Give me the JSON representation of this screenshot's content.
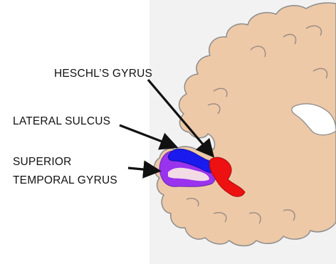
{
  "labels": {
    "heschl": "HESCHL’S GYRUS",
    "lateral_sulcus": "LATERAL SULCUS",
    "superior_line1": "SUPERIOR",
    "superior_line2": "TEMPORAL GYRUS"
  },
  "colors": {
    "brain_fill": "#edc9a8",
    "brain_outline": "#8c8c8c",
    "heschl_fill": "#ee1111",
    "lateral_sulcus_fill": "#1a1aee",
    "superior_temporal_fill": "#9933ee",
    "highlight_fill": "#f3dbe6",
    "arrow": "#111111",
    "background_left": "#ffffff",
    "background_right": "#f2f2f2"
  }
}
